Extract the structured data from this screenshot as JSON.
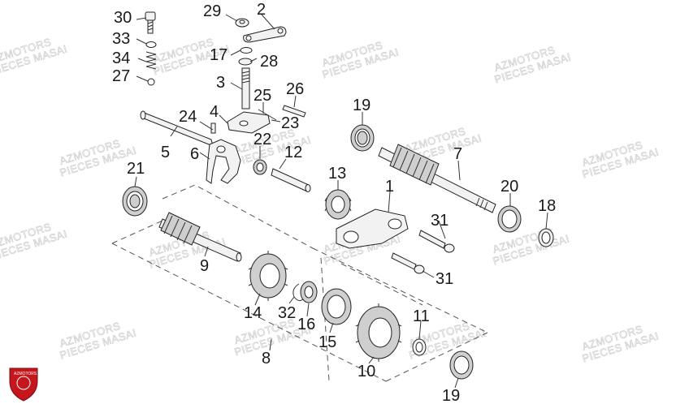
{
  "watermark": {
    "line1": "AZMOTORS",
    "line2": "PIECES MASAI"
  },
  "logo": {
    "text": "AZMOTORS",
    "color": "#c4161c"
  },
  "callouts": [
    {
      "id": "c30",
      "label": "30"
    },
    {
      "id": "c29",
      "label": "29"
    },
    {
      "id": "c2",
      "label": "2"
    },
    {
      "id": "c33",
      "label": "33"
    },
    {
      "id": "c17",
      "label": "17"
    },
    {
      "id": "c28",
      "label": "28"
    },
    {
      "id": "c34",
      "label": "34"
    },
    {
      "id": "c27",
      "label": "27"
    },
    {
      "id": "c3",
      "label": "3"
    },
    {
      "id": "c25",
      "label": "25"
    },
    {
      "id": "c26",
      "label": "26"
    },
    {
      "id": "c24",
      "label": "24"
    },
    {
      "id": "c4",
      "label": "4"
    },
    {
      "id": "c23",
      "label": "23"
    },
    {
      "id": "c22",
      "label": "22"
    },
    {
      "id": "c5",
      "label": "5"
    },
    {
      "id": "c6",
      "label": "6"
    },
    {
      "id": "c12",
      "label": "12"
    },
    {
      "id": "c19a",
      "label": "19"
    },
    {
      "id": "c7",
      "label": "7"
    },
    {
      "id": "c21",
      "label": "21"
    },
    {
      "id": "c13",
      "label": "13"
    },
    {
      "id": "c1",
      "label": "1"
    },
    {
      "id": "c20",
      "label": "20"
    },
    {
      "id": "c18",
      "label": "18"
    },
    {
      "id": "c31a",
      "label": "31"
    },
    {
      "id": "c9",
      "label": "9"
    },
    {
      "id": "c31b",
      "label": "31"
    },
    {
      "id": "c14",
      "label": "14"
    },
    {
      "id": "c32",
      "label": "32"
    },
    {
      "id": "c16",
      "label": "16"
    },
    {
      "id": "c15",
      "label": "15"
    },
    {
      "id": "c11",
      "label": "11"
    },
    {
      "id": "c8",
      "label": "8"
    },
    {
      "id": "c10",
      "label": "10"
    },
    {
      "id": "c19b",
      "label": "19"
    }
  ]
}
